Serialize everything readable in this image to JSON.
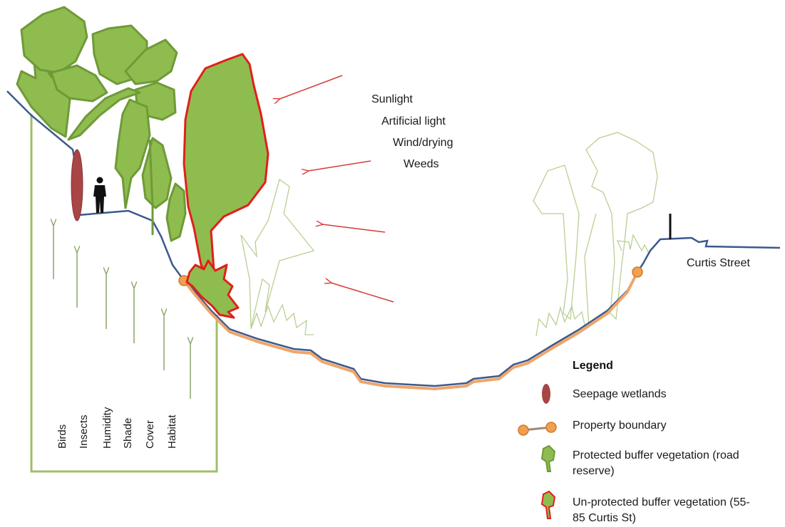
{
  "pressures": [
    "Sunlight",
    "Artificial light",
    "Wind/drying",
    "Weeds"
  ],
  "benefits": [
    "Birds",
    "Insects",
    "Humidity",
    "Shade",
    "Cover",
    "Habitat"
  ],
  "street_label": "Curtis Street",
  "legend": {
    "title": "Legend",
    "items": [
      {
        "label": "Seepage wetlands",
        "icon": "seepage-wetland-ellipse"
      },
      {
        "label": "Property boundary",
        "icon": "boundary-line-with-dots"
      },
      {
        "label_line1": "Protected buffer vegetation (road",
        "label_line2": "reserve)",
        "icon": "green-leaf"
      },
      {
        "label_line1": "Un-protected buffer vegetation (55-",
        "label_line2": "85 Curtis St)",
        "icon": "green-leaf-red-outline"
      }
    ]
  },
  "colors": {
    "ground": "#3a5a8c",
    "boundary": "#f0a56a",
    "boundary_dot": "#e9923f",
    "veg_fill": "#8fbc4f",
    "veg_stroke": "#6f9a38",
    "unprotected_stroke": "#e0201a",
    "wetland": "#a84545",
    "arrow_red": "#d63a3a",
    "arrow_green": "#8aa56a",
    "outline_tree": "#b9cf94"
  }
}
